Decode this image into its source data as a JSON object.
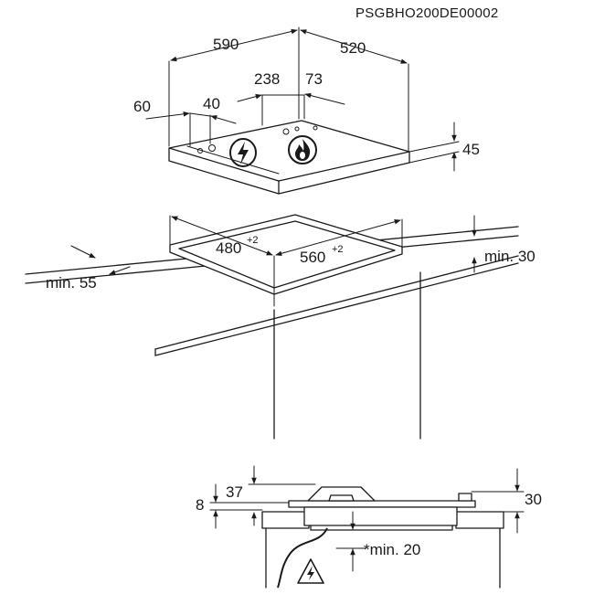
{
  "doc_code": "PSGBHO200DE00002",
  "top_dims": {
    "width_590": "590",
    "depth_520": "520",
    "d_238": "238",
    "d_73": "73",
    "d_60": "60",
    "d_40": "40",
    "height_45": "45"
  },
  "cutout": {
    "depth": "480",
    "depth_tol": "+2",
    "width": "560",
    "width_tol": "+2",
    "min_front": "min. 55",
    "min_side": "min. 30"
  },
  "section": {
    "d_37": "37",
    "d_8": "8",
    "d_30": "30",
    "min_below": "*min. 20"
  },
  "icons": {
    "electric": "lightning-icon",
    "gas": "flame-icon",
    "warning": "high-voltage-warning-icon"
  }
}
